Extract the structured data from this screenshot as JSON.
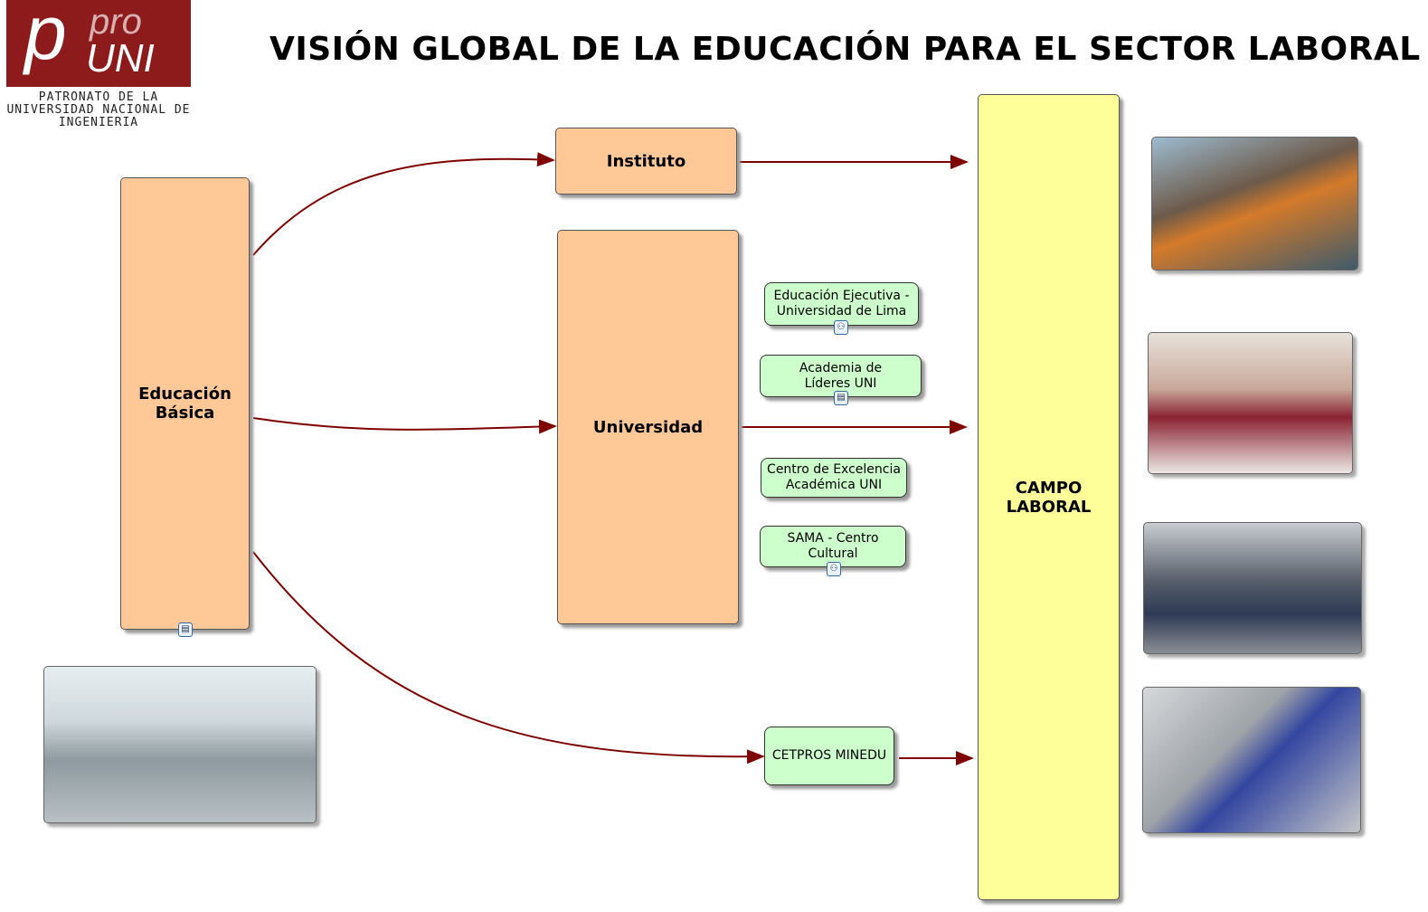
{
  "logo": {
    "brand_pro": "pro",
    "brand_uni": "UNI",
    "brand_p": "p",
    "subtitle": "PATRONATO DE LA UNIVERSIDAD NACIONAL DE INGENIERIA"
  },
  "title": "VISIÓN GLOBAL DE LA EDUCACIÓN PARA EL SECTOR LABORAL",
  "nodes": {
    "educacion_basica": "Educación Básica",
    "instituto": "Instituto",
    "universidad": "Universidad",
    "campo_laboral": "CAMPO LABORAL",
    "educacion_ejecutiva": "Educación Ejecutiva - Universidad de Lima",
    "academia": "Academia de Líderes UNI",
    "centro_excelencia": "Centro de Excelencia Académica UNI",
    "sama": "SAMA - Centro Cultural",
    "cetpros": "CETPROS MINEDU"
  },
  "colors": {
    "arrow": "#7f0000",
    "orange": "#ffc896",
    "green": "#ccffcc",
    "yellow": "#ffff99"
  }
}
